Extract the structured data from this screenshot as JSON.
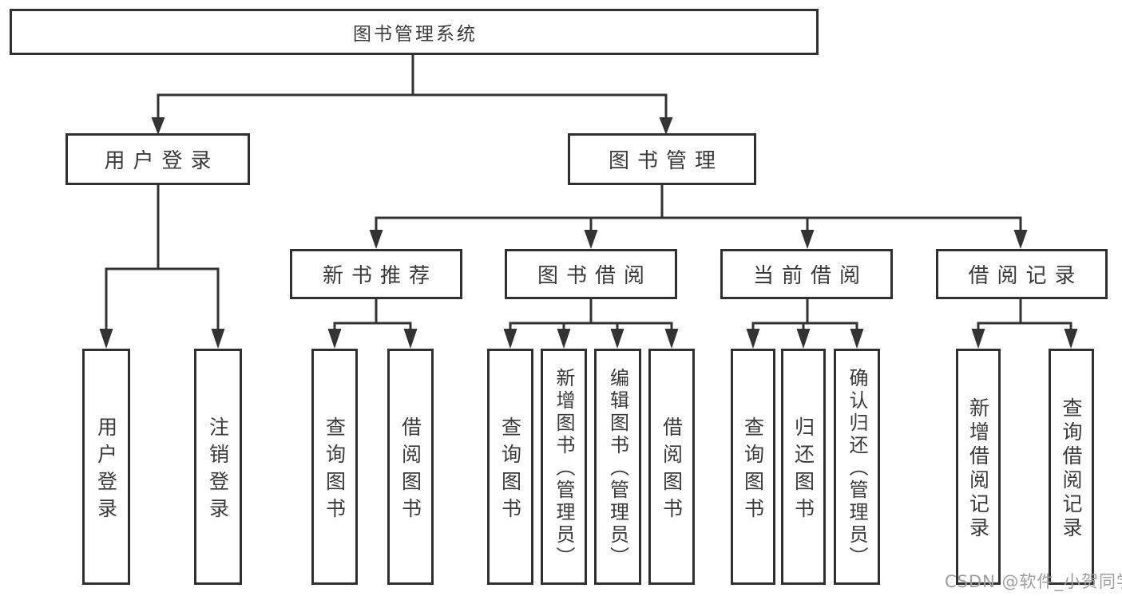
{
  "colors": {
    "line": "#333333",
    "box_border": "#303030",
    "box_fill": "#ffffff",
    "text": "#3a3a3a",
    "watermark": "#9e9e9e",
    "background": "#ffffff"
  },
  "watermark": "CSDN @软件_小贺同学",
  "tree": {
    "root": {
      "label": "图书管理系统"
    },
    "branches": [
      {
        "label": "用户登录",
        "children": [
          {
            "label": "用户登录"
          },
          {
            "label": "注销登录"
          }
        ]
      },
      {
        "label": "图书管理",
        "children": [
          {
            "label": "新书推荐",
            "children": [
              {
                "label": "查询图书"
              },
              {
                "label": "借阅图书"
              }
            ]
          },
          {
            "label": "图书借阅",
            "children": [
              {
                "label": "查询图书"
              },
              {
                "label": "新增图书（管理员）"
              },
              {
                "label": "编辑图书（管理员）"
              },
              {
                "label": "借阅图书"
              }
            ]
          },
          {
            "label": "当前借阅",
            "children": [
              {
                "label": "查询图书"
              },
              {
                "label": "归还图书"
              },
              {
                "label": "确认归还（管理员）"
              }
            ]
          },
          {
            "label": "借阅记录",
            "children": [
              {
                "label": "新增借阅记录"
              },
              {
                "label": "查询借阅记录"
              }
            ]
          }
        ]
      }
    ]
  }
}
